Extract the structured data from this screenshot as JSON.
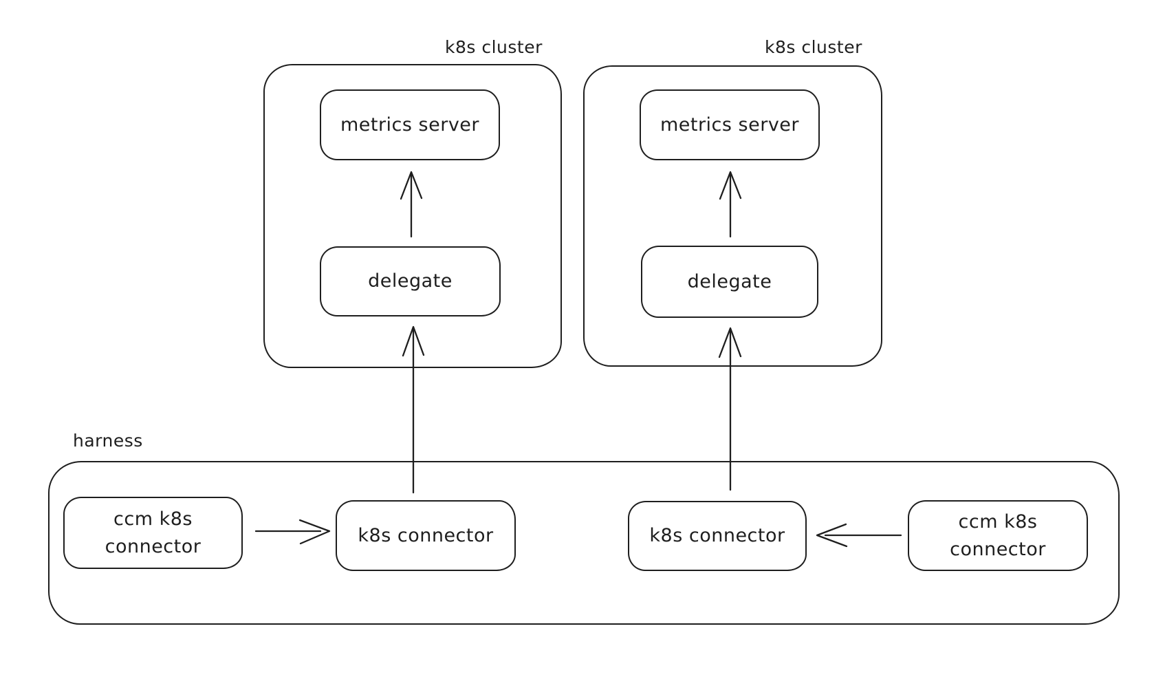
{
  "colors": {
    "background": "#ffffff",
    "stroke": "#1e1e1e"
  },
  "clusters": [
    {
      "title": "k8s cluster",
      "metrics_server_label": "metrics server",
      "delegate_label": "delegate"
    },
    {
      "title": "k8s cluster",
      "metrics_server_label": "metrics server",
      "delegate_label": "delegate"
    }
  ],
  "harness": {
    "title": "harness",
    "ccm_connector_left": {
      "line1": "ccm k8s",
      "line2": "connector"
    },
    "k8s_connector_left_label": "k8s connector",
    "k8s_connector_right_label": "k8s connector",
    "ccm_connector_right": {
      "line1": "ccm k8s",
      "line2": "connector"
    }
  },
  "edges": [
    {
      "from": "delegate",
      "to": "metrics server",
      "group": "left k8s cluster"
    },
    {
      "from": "k8s connector (left)",
      "to": "delegate",
      "group": "harness to left k8s cluster"
    },
    {
      "from": "ccm k8s connector (left)",
      "to": "k8s connector (left)",
      "group": "harness"
    },
    {
      "from": "delegate",
      "to": "metrics server",
      "group": "right k8s cluster"
    },
    {
      "from": "k8s connector (right)",
      "to": "delegate",
      "group": "harness to right k8s cluster"
    },
    {
      "from": "ccm k8s connector (right)",
      "to": "k8s connector (right)",
      "group": "harness"
    }
  ]
}
